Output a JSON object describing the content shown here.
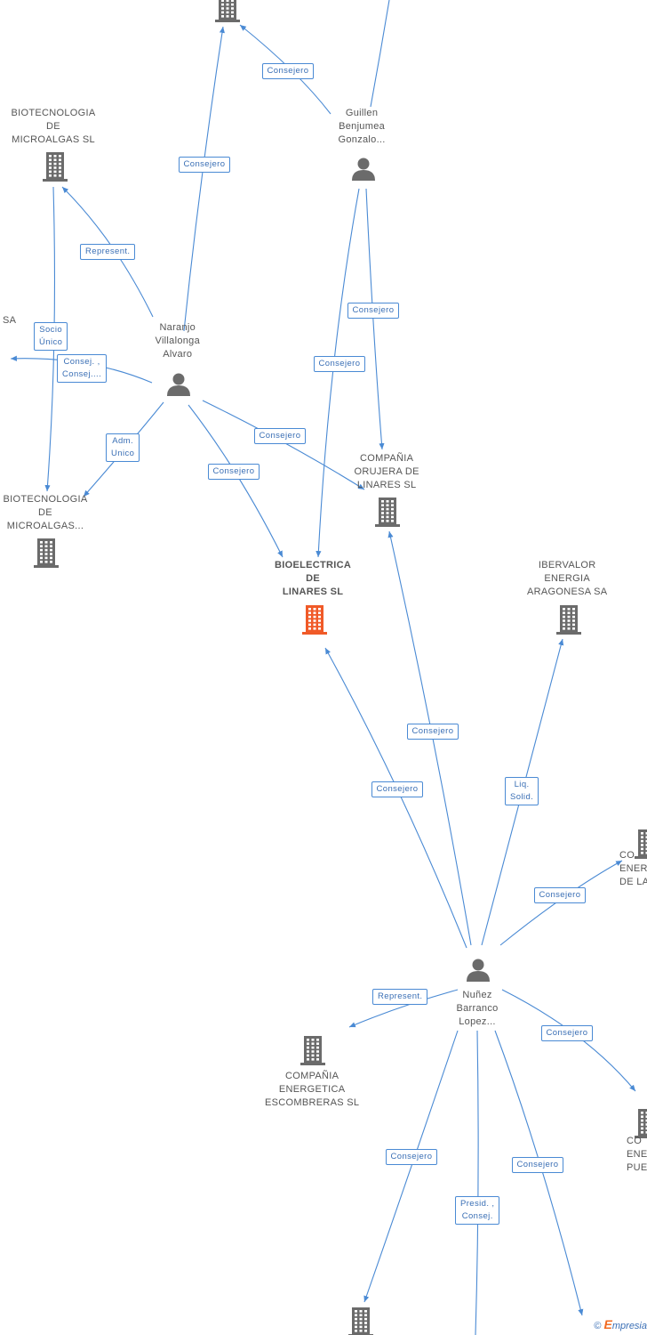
{
  "colors": {
    "edge": "#4a8ad4",
    "building": "#6b6b6b",
    "building_main": "#f05a28",
    "person": "#6b6b6b"
  },
  "nodes": [
    {
      "id": "bld-top",
      "type": "company",
      "icon": "building-icon",
      "lines": []
    },
    {
      "id": "biotec1",
      "type": "company",
      "icon": "building-icon",
      "lines": [
        "BIOTECNOLOGIA",
        "DE",
        "MICROALGAS SL"
      ]
    },
    {
      "id": "guillen",
      "type": "person",
      "icon": "person-icon",
      "lines": [
        "Guillen",
        "Benjumea",
        "Gonzalo..."
      ]
    },
    {
      "id": "sa-left",
      "type": "company",
      "icon": "building-icon",
      "lines": [
        "SA"
      ]
    },
    {
      "id": "naranjo",
      "type": "person",
      "icon": "person-icon",
      "lines": [
        "Naranjo",
        "Villalonga",
        "Alvaro"
      ]
    },
    {
      "id": "orujera",
      "type": "company",
      "icon": "building-icon",
      "lines": [
        "COMPAÑIA",
        "ORUJERA DE",
        "LINARES SL"
      ]
    },
    {
      "id": "biotec2",
      "type": "company",
      "icon": "building-icon",
      "lines": [
        "BIOTECNOLOGIA",
        "DE",
        "MICROALGAS..."
      ]
    },
    {
      "id": "bioelectrica",
      "type": "company",
      "icon": "building-icon",
      "main": true,
      "lines": [
        "BIOELECTRICA",
        "DE",
        "LINARES SL"
      ]
    },
    {
      "id": "ibervalor",
      "type": "company",
      "icon": "building-icon",
      "lines": [
        "IBERVALOR",
        "ENERGIA",
        "ARAGONESA SA"
      ]
    },
    {
      "id": "co-right1",
      "type": "company",
      "icon": "building-icon",
      "lines": [
        "CO",
        "ENER",
        "DE LA"
      ]
    },
    {
      "id": "nunez",
      "type": "person",
      "icon": "person-icon",
      "lines": [
        "Nuñez",
        "Barranco",
        "Lopez..."
      ]
    },
    {
      "id": "escombreras",
      "type": "company",
      "icon": "building-icon",
      "lines": [
        "COMPAÑIA",
        "ENERGETICA",
        "ESCOMBRERAS SL"
      ]
    },
    {
      "id": "co-right2",
      "type": "company",
      "icon": "building-icon",
      "lines": [
        "CO",
        "ENER",
        "PUEN"
      ]
    },
    {
      "id": "bld-bottom",
      "type": "company",
      "icon": "building-icon",
      "lines": []
    }
  ],
  "edges": [
    {
      "from": "guillen",
      "to": "bld-top",
      "label": "Consejero"
    },
    {
      "from": "naranjo",
      "to": "bld-top",
      "label": "Consejero"
    },
    {
      "from": "naranjo",
      "to": "biotec1",
      "label": "Represent."
    },
    {
      "from": "biotec1",
      "to": "biotec2",
      "label": "Socio Único",
      "label_lines": [
        "Socio",
        "Único"
      ]
    },
    {
      "from": "naranjo",
      "to": "sa-left",
      "label": "Consej. , Consej....",
      "label_lines": [
        "Consej. ,",
        "Consej...."
      ]
    },
    {
      "from": "naranjo",
      "to": "biotec2",
      "label": "Adm. Unico",
      "label_lines": [
        "Adm.",
        "Unico"
      ]
    },
    {
      "from": "naranjo",
      "to": "bioelectrica",
      "label": "Consejero"
    },
    {
      "from": "naranjo",
      "to": "orujera",
      "label": "Consejero"
    },
    {
      "from": "guillen",
      "to": "orujera",
      "label": "Consejero"
    },
    {
      "from": "guillen",
      "to": "bioelectrica",
      "label": "Consejero"
    },
    {
      "from": "nunez",
      "to": "orujera",
      "label": "Consejero"
    },
    {
      "from": "nunez",
      "to": "bioelectrica",
      "label": "Consejero"
    },
    {
      "from": "nunez",
      "to": "ibervalor",
      "label": "Liq. Solid.",
      "label_lines": [
        "Liq.",
        "Solid."
      ]
    },
    {
      "from": "nunez",
      "to": "co-right1",
      "label": "Consejero"
    },
    {
      "from": "nunez",
      "to": "escombreras",
      "label": "Represent."
    },
    {
      "from": "nunez",
      "to": "co-right2",
      "label": "Consejero"
    },
    {
      "from": "nunez",
      "to": "bld-bottom",
      "label": "Consejero"
    },
    {
      "from": "nunez",
      "to": "offpage-bottom",
      "label": "Presid. , Consej.",
      "label_lines": [
        "Presid. ,",
        "Consej."
      ]
    },
    {
      "from": "nunez",
      "to": "offpage-bottom-right",
      "label": "Consejero"
    },
    {
      "from": "offpage-top",
      "to": "guillen",
      "label": ""
    }
  ],
  "footer": {
    "copyright": "©",
    "brand_initial": "E",
    "brand_rest": "mpresia"
  }
}
